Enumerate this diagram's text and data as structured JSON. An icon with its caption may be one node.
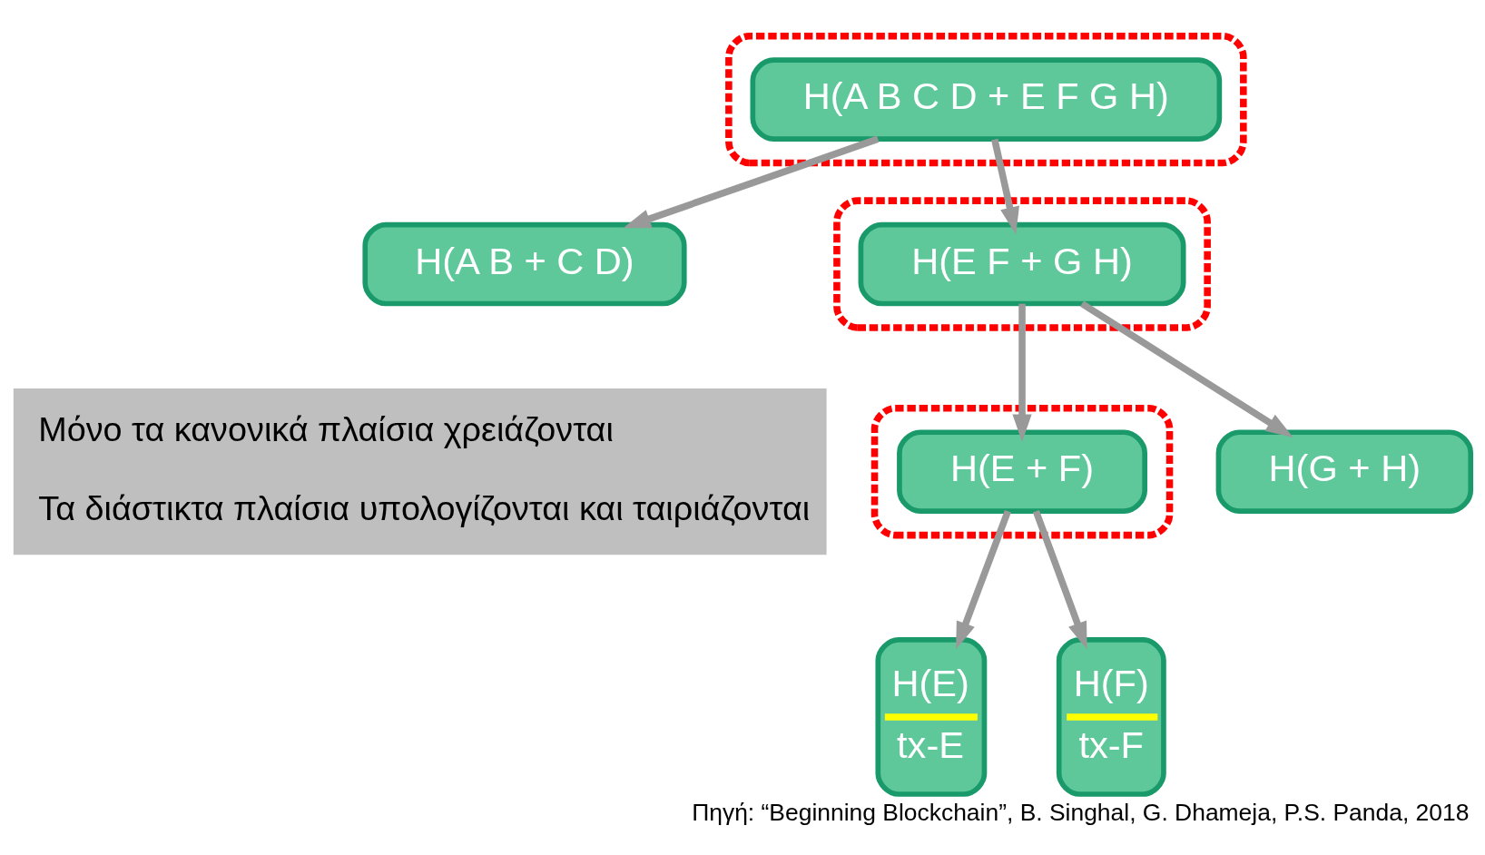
{
  "diagram": {
    "caption": "Πηγή: “Beginning Blockchain”, B. Singhal, G. Dhameja, P.S. Panda, 2018",
    "nodes": [
      {
        "text": [],
        "shape": "box"
      },
      {
        "text": [
          "H(A B C D + E F G H)"
        ],
        "in": 0
      },
      {
        "text": [
          "H(A B + C D)"
        ]
      },
      {
        "text": [],
        "shape": "box"
      },
      {
        "text": [
          "H(E F + G H)"
        ],
        "in": 3
      },
      {
        "text": [
          "Μόνο τα κανονικά πλαίσια χρειάζονται",
          "Τα διάστικτα πλαίσια υπολογίζονται και ταιριάζονται"
        ]
      },
      {
        "text": [],
        "shape": "box"
      },
      {
        "text": [
          "H(E + F)"
        ],
        "in": 6
      },
      {
        "text": [
          "H(G + H)"
        ]
      },
      {
        "text": [
          "H(E)",
          "tx-E"
        ]
      },
      {
        "text": [
          "H(F)",
          "tx-F"
        ]
      }
    ],
    "edges": [
      {
        "from": 1,
        "to": 2,
        "arrow": "to"
      },
      {
        "from": 1,
        "to": 4,
        "arrow": "to"
      },
      {
        "from": 4,
        "to": 7,
        "arrow": "to"
      },
      {
        "from": 4,
        "to": 8,
        "arrow": "to"
      },
      {
        "from": 7,
        "to": 9,
        "arrow": "to"
      },
      {
        "from": 7,
        "to": 10,
        "arrow": "to"
      }
    ]
  }
}
